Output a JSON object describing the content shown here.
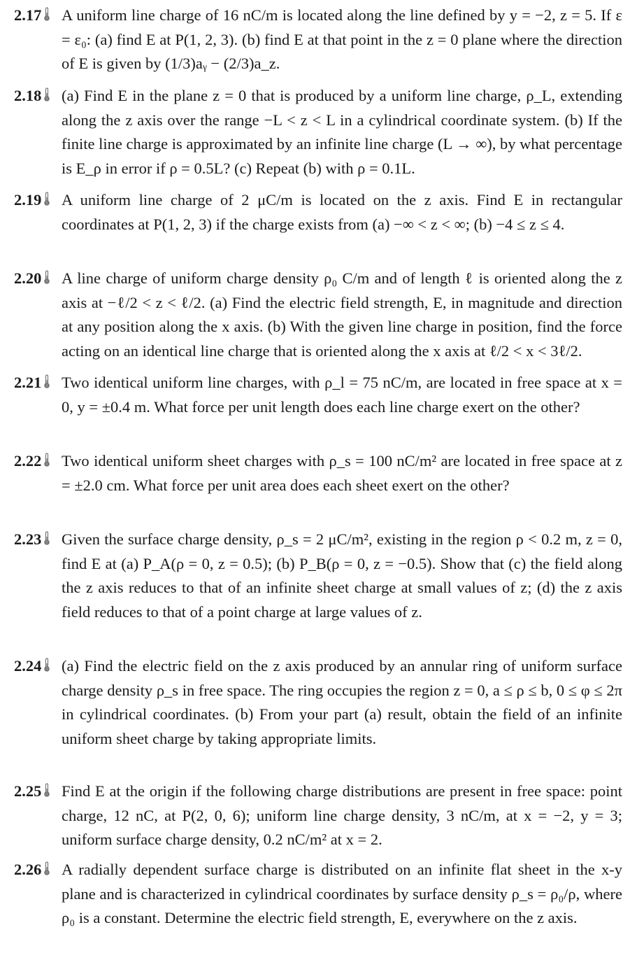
{
  "problems": [
    {
      "number": "2.17",
      "text": "A uniform line charge of 16 nC/m is located along the line defined by y = −2, z = 5. If ε = ε₀: (a) find E at P(1, 2, 3). (b) find E at that point in the z = 0 plane where the direction of E is given by (1/3)aᵧ − (2/3)a_z."
    },
    {
      "number": "2.18",
      "text": "(a) Find E in the plane z = 0 that is produced by a uniform line charge, ρ_L, extending along the z axis over the range −L < z < L in a cylindrical coordinate system. (b) If the finite line charge is approximated by an infinite line charge (L → ∞), by what percentage is E_ρ in error if ρ = 0.5L? (c) Repeat (b) with ρ = 0.1L."
    },
    {
      "number": "2.19",
      "text": "A uniform line charge of 2 μC/m is located on the z axis. Find E in rectangular coordinates at P(1, 2, 3) if the charge exists from (a) −∞ < z < ∞; (b) −4 ≤ z ≤ 4."
    },
    {
      "number": "2.20",
      "text": "A line charge of uniform charge density ρ₀ C/m and of length ℓ is oriented along the z axis at −ℓ/2 < z < ℓ/2. (a) Find the electric field strength, E, in magnitude and direction at any position along the x axis. (b) With the given line charge in position, find the force acting on an identical line charge that is oriented along the x axis at ℓ/2 < x < 3ℓ/2."
    },
    {
      "number": "2.21",
      "text": "Two identical uniform line charges, with ρ_l = 75 nC/m, are located in free space at x = 0, y = ±0.4 m. What force per unit length does each line charge exert on the other?"
    },
    {
      "number": "2.22",
      "text": "Two identical uniform sheet charges with ρ_s = 100 nC/m² are located in free space at z = ±2.0 cm. What force per unit area does each sheet exert on the other?"
    },
    {
      "number": "2.23",
      "text": "Given the surface charge density, ρ_s = 2 μC/m², existing in the region ρ < 0.2 m, z = 0, find E at (a) P_A(ρ = 0, z = 0.5); (b) P_B(ρ = 0, z = −0.5). Show that (c) the field along the z axis reduces to that of an infinite sheet charge at small values of z; (d) the z axis field reduces to that of a point charge at large values of z."
    },
    {
      "number": "2.24",
      "text": "(a) Find the electric field on the z axis produced by an annular ring of uniform surface charge density ρ_s in free space. The ring occupies the region z = 0, a ≤ ρ ≤ b, 0 ≤ φ ≤ 2π in cylindrical coordinates. (b) From your part (a) result, obtain the field of an infinite uniform sheet charge by taking appropriate limits."
    },
    {
      "number": "2.25",
      "text": "Find E at the origin if the following charge distributions are present in free space: point charge, 12 nC, at P(2, 0, 6); uniform line charge density, 3 nC/m, at x = −2, y = 3; uniform surface charge density, 0.2 nC/m² at x = 2."
    },
    {
      "number": "2.26",
      "text": "A radially dependent surface charge is distributed on an infinite flat sheet in the x-y plane and is characterized in cylindrical coordinates by surface density ρ_s = ρ₀/ρ, where ρ₀ is a constant. Determine the electric field strength, E, everywhere on the z axis."
    }
  ]
}
